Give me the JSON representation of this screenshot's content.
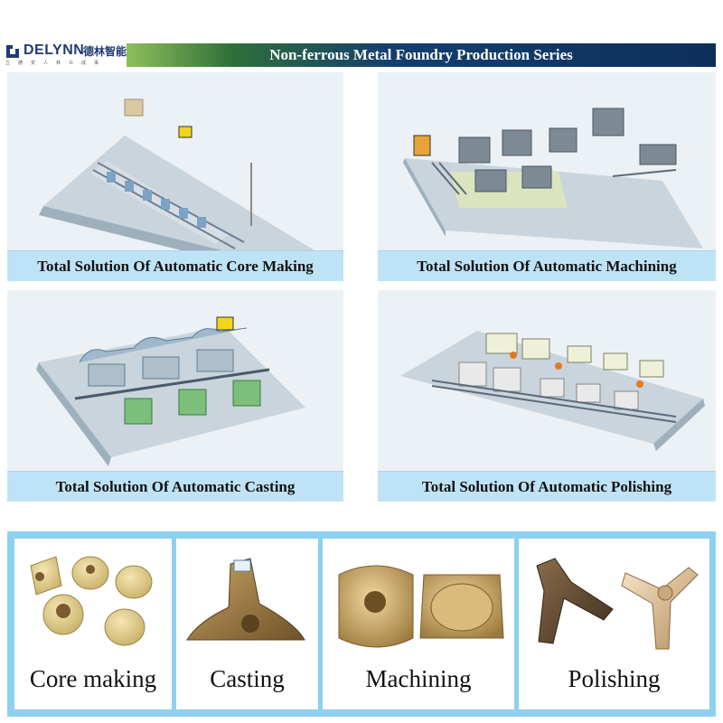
{
  "header": {
    "logo_name": "DELYNN",
    "logo_cn": "德林智能",
    "logo_slogan": "立德安人林众成事",
    "title": "Non-ferrous Metal Foundry Production Series"
  },
  "solutions": [
    {
      "caption": "Total Solution Of Automatic Core Making"
    },
    {
      "caption": "Total Solution Of Automatic Machining"
    },
    {
      "caption": "Total Solution Of Automatic Casting"
    },
    {
      "caption": "Total Solution Of Automatic Polishing"
    }
  ],
  "processes": [
    {
      "label": "Core making"
    },
    {
      "label": "Casting"
    },
    {
      "label": "Machining"
    },
    {
      "label": "Polishing"
    }
  ],
  "colors": {
    "brand": "#1f3b73",
    "caption_bg": "#bfe3f6",
    "strip_bg": "#8ed0ef",
    "floor": "#c9d4dc",
    "bronze": "#b08a4e"
  }
}
